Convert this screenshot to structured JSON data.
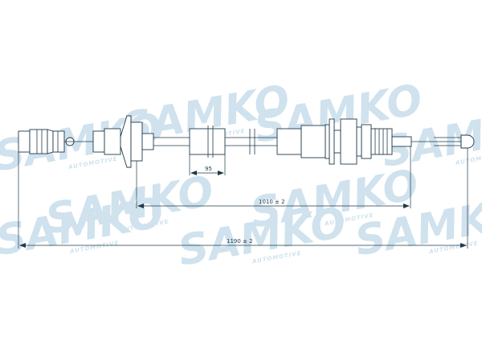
{
  "watermark": {
    "brand": "SAMKO",
    "subtitle": "AUTOMOTIVE"
  },
  "dimensions": {
    "short": "95",
    "middle": "1010 ± 2",
    "overall": "1190 ± 2"
  },
  "colors": {
    "line": "#1f3a4a",
    "watermark": "#cfe2ee"
  }
}
